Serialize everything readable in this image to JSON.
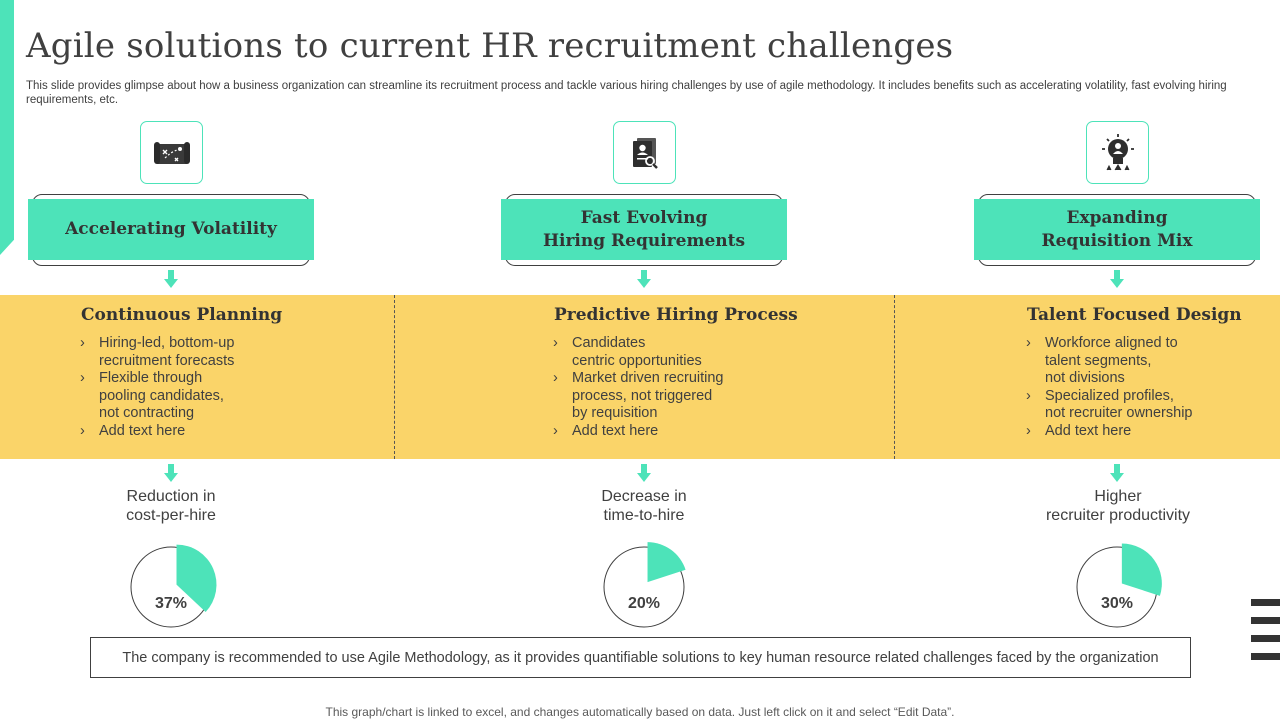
{
  "slide": {
    "title": "Agile solutions to current HR recruitment challenges",
    "subtitle": "This slide provides glimpse about how a business organization can streamline its recruitment process and tackle various hiring challenges by use of agile methodology. It includes benefits such as accelerating volatility, fast evolving hiring requirements, etc.",
    "accent_color": "#4de3b9",
    "band_color": "#fad469"
  },
  "columns": [
    {
      "icon": "blueprint-plan-icon",
      "challenge": "Accelerating Volatility",
      "solution": "Continuous Planning",
      "bullets": [
        "Hiring-led, bottom-up\nrecruitment forecasts",
        "Flexible through\npooling candidates,\nnot contracting",
        "Add text here"
      ],
      "metric_label": "Reduction in\ncost-per-hire",
      "metric_value": "37%",
      "metric_fraction": 0.37
    },
    {
      "icon": "resume-search-icon",
      "challenge": "Fast Evolving\nHiring Requirements",
      "solution": "Predictive Hiring Process",
      "bullets": [
        "Candidates\ncentric opportunities",
        "Market driven recruiting\nprocess, not triggered\nby requisition",
        "Add text here"
      ],
      "metric_label": "Decrease in\ntime-to-hire",
      "metric_value": "20%",
      "metric_fraction": 0.2
    },
    {
      "icon": "idea-bulb-person-icon",
      "challenge": "Expanding\nRequisition Mix",
      "solution": "Talent Focused Design",
      "bullets": [
        "Workforce aligned to\ntalent segments,\nnot divisions",
        "Specialized profiles,\nnot recruiter ownership",
        "Add text here"
      ],
      "metric_label": "Higher\nrecruiter productivity",
      "metric_value": "30%",
      "metric_fraction": 0.3
    }
  ],
  "bullet_glyph": "›",
  "note": "The company is recommended to use Agile Methodology,  as it provides quantifiable solutions to key human resource related challenges faced by the organization",
  "footer": "This graph/chart is linked to excel, and changes automatically based on data. Just left click on it and select “Edit Data”."
}
